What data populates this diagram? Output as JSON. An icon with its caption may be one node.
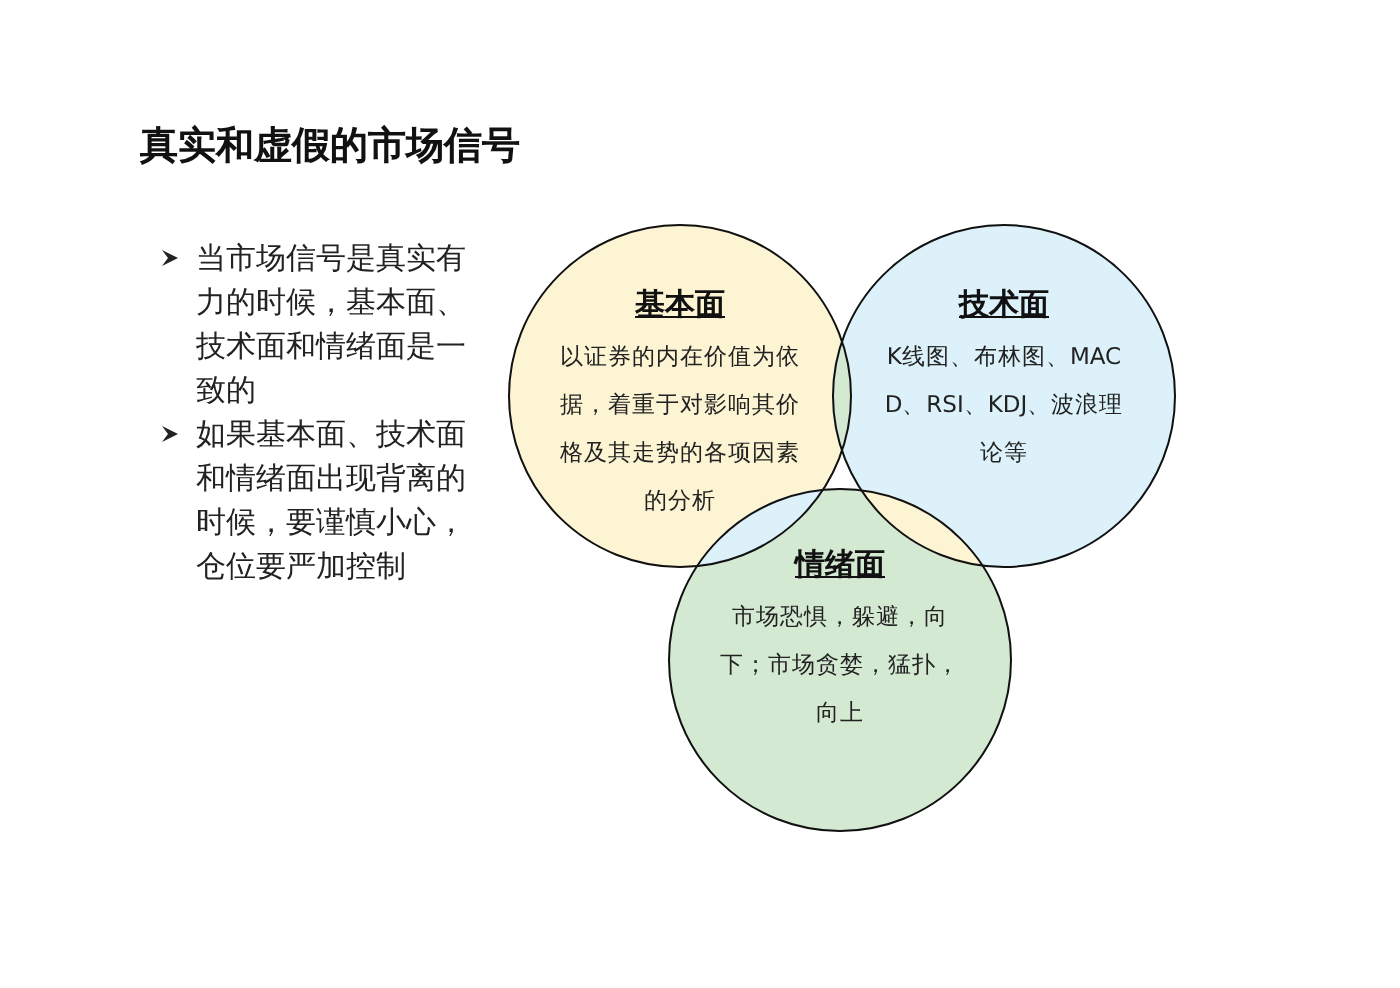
{
  "diagram": {
    "title": "真实和虚假的市场信号",
    "nodes": [
      {
        "text": [
          "基本面",
          "以证券的内在价值为依据，着重于对影响其价格及其走势的各项因素的分析"
        ]
      },
      {
        "text": [
          "技术面",
          "K线图、布林图、MACD、RSI、KDJ、波浪理论等"
        ]
      },
      {
        "text": [
          "情绪面",
          "市场恐惧，躲避，向下；市场贪婪，猛扑，向上"
        ]
      }
    ],
    "edges": [],
    "labels": [
      "当市场信号是真实有力的时候，基本面、技术面和情绪面是一致的",
      "如果基本面、技术面和情绪面出现背离的时候，要谨慎小心，仓位要严加控制"
    ]
  }
}
